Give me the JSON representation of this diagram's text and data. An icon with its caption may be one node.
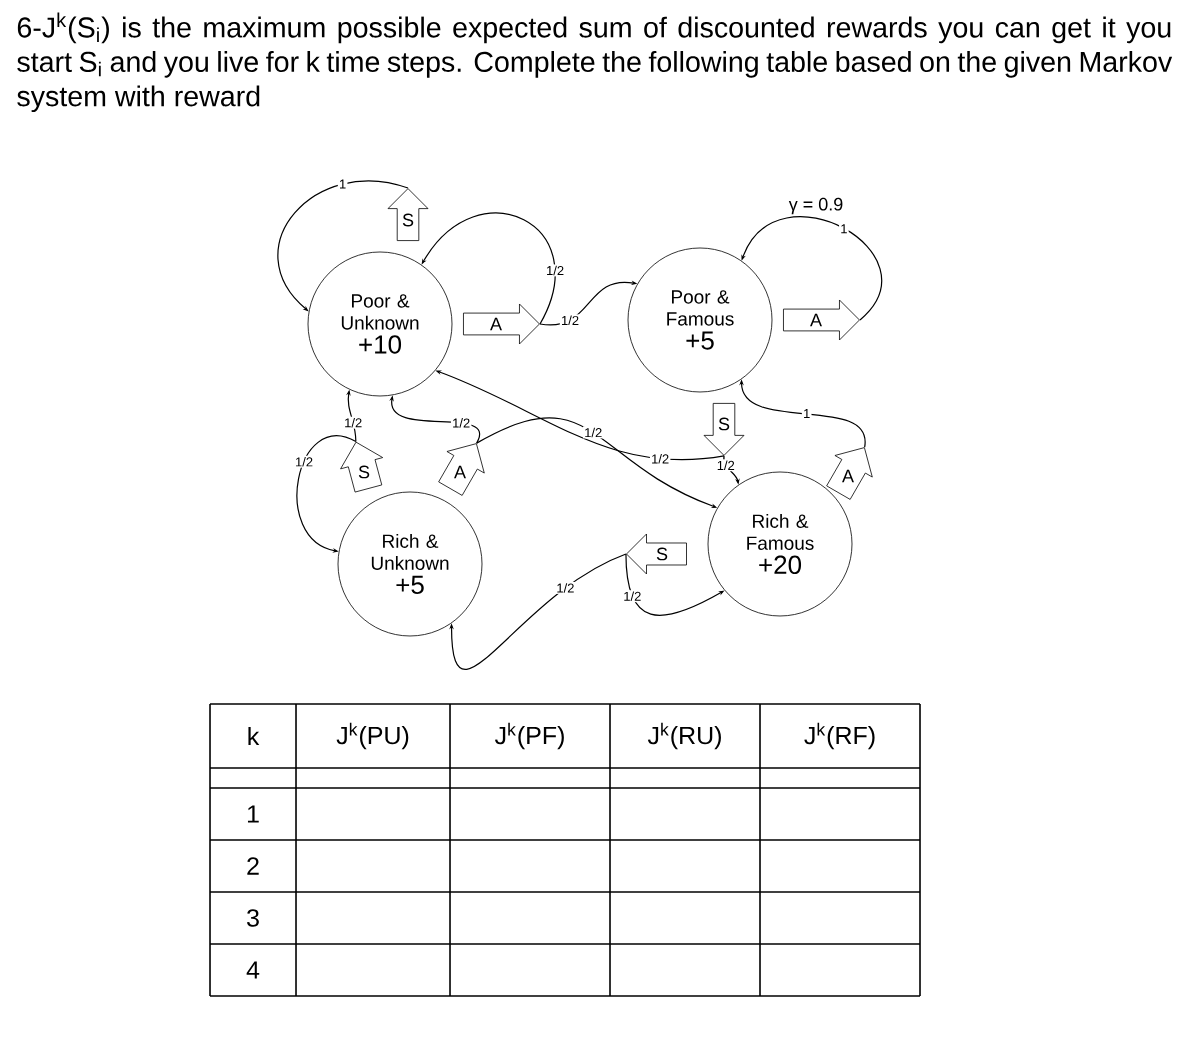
{
  "diagram": {
    "title": "6-J$^{k}$(S$_{i}$) is the maximum possible expected sum of discounted rewards you can get it you start S$_{i}$ and you live for k time steps. Complete the following table based on the given Markov system with reward",
    "nodes": [
      {
        "text": [
          "Poor & Unknown",
          "+10"
        ]
      },
      {
        "text": [
          "Poor & Famous",
          "+5"
        ]
      },
      {
        "text": [
          "Rich & Unknown",
          "+5"
        ]
      },
      {
        "text": [
          "Rich & Famous",
          "+20"
        ]
      },
      {
        "text": [
          "S"
        ]
      },
      {
        "text": [
          "A"
        ]
      },
      {
        "text": [
          "A"
        ]
      },
      {
        "text": [
          "S"
        ]
      },
      {
        "text": [
          "S"
        ]
      },
      {
        "text": [
          "A"
        ]
      },
      {
        "text": [
          "S"
        ]
      },
      {
        "text": [
          "A"
        ]
      }
    ],
    "edges": [
      {
        "from": 4,
        "to": 0,
        "arrow": "to",
        "label": "1"
      },
      {
        "from": 5,
        "to": 0,
        "arrow": "to",
        "label": "1/2"
      },
      {
        "from": 5,
        "to": 1,
        "arrow": "to",
        "label": "1/2"
      },
      {
        "from": 6,
        "to": 1,
        "arrow": "to",
        "label": "1"
      },
      {
        "from": 7,
        "to": 0,
        "arrow": "to",
        "label": "1/2"
      },
      {
        "from": 7,
        "to": 3,
        "arrow": "to",
        "label": "1/2"
      },
      {
        "from": 11,
        "to": 1,
        "arrow": "to",
        "label": "1"
      },
      {
        "from": 10,
        "to": 2,
        "arrow": "to",
        "label": "1/2"
      },
      {
        "from": 10,
        "to": 3,
        "arrow": "to",
        "label": "1/2"
      },
      {
        "from": 8,
        "to": 2,
        "arrow": "to",
        "label": "1/2"
      },
      {
        "from": 8,
        "to": 0,
        "arrow": "to",
        "label": "1/2"
      },
      {
        "from": 9,
        "to": 0,
        "arrow": "to",
        "label": "1/2"
      },
      {
        "from": 9,
        "to": 3,
        "arrow": "to",
        "label": "1/2"
      }
    ],
    "labels": [
      "γ = 0.9",
      "k",
      "J$^{k}$(PU)",
      "J$^{k}$(PF)",
      "J$^{k}$(RU)",
      "J$^{k}$(RF)",
      "1",
      "2",
      "3",
      "4"
    ]
  }
}
